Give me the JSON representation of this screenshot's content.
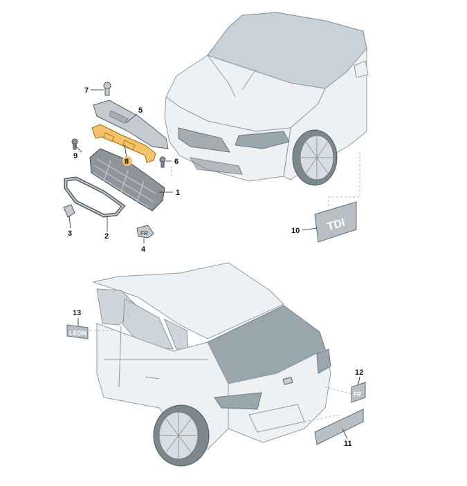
{
  "callouts": [
    "1",
    "2",
    "3",
    "4",
    "5",
    "6",
    "7",
    "8",
    "9",
    "10",
    "11",
    "12",
    "13"
  ],
  "emblems": {
    "tdi": "TDI",
    "leon": "LEON",
    "fr_front": "FR",
    "fr_rear": "FR",
    "side": "LEON"
  },
  "colors": {
    "highlight": "#f2c26a",
    "line": "#8e9aa3"
  }
}
